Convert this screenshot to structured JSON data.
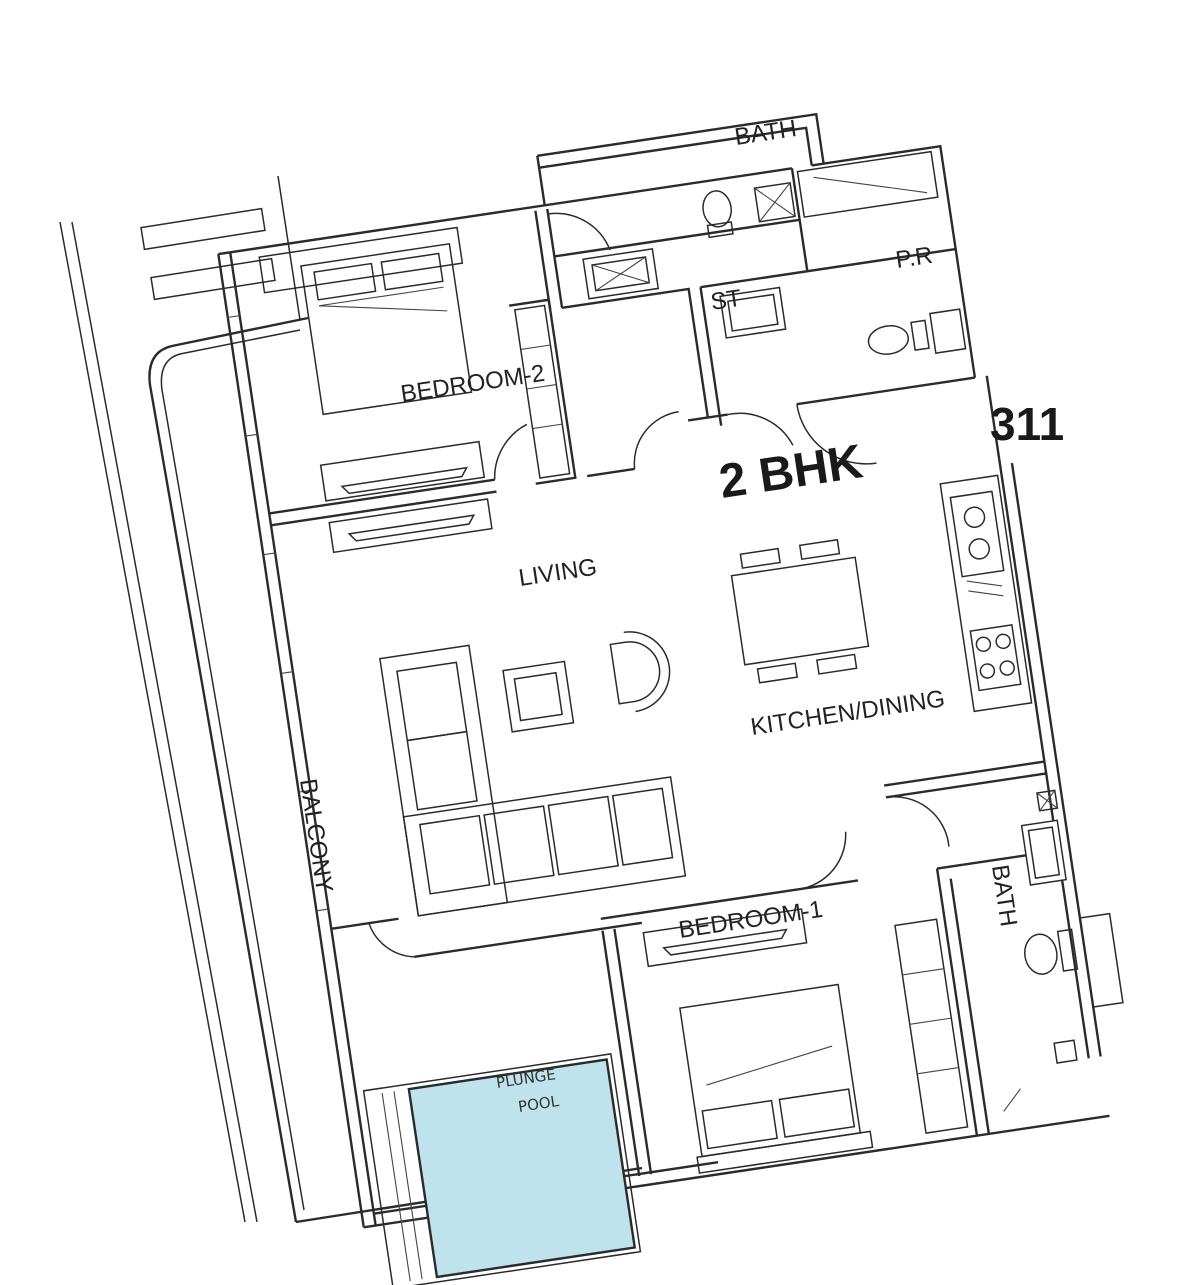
{
  "plan": {
    "unit_type": "2 BHK",
    "unit_number": "311",
    "rooms": {
      "bedroom_2": "BEDROOM-2",
      "bath_top": "BATH",
      "st": "ST",
      "pr": "P.R",
      "living": "LIVING",
      "kitchen_dining": "KITCHEN/DINING",
      "bedroom_1": "BEDROOM-1",
      "bath_bottom": "BATH",
      "balcony": "BALCONY",
      "pool_line1": "PLUNGE",
      "pool_line2": "POOL"
    },
    "colors": {
      "pool": "#bfe3ec",
      "lines": "#2b2b2b"
    }
  }
}
